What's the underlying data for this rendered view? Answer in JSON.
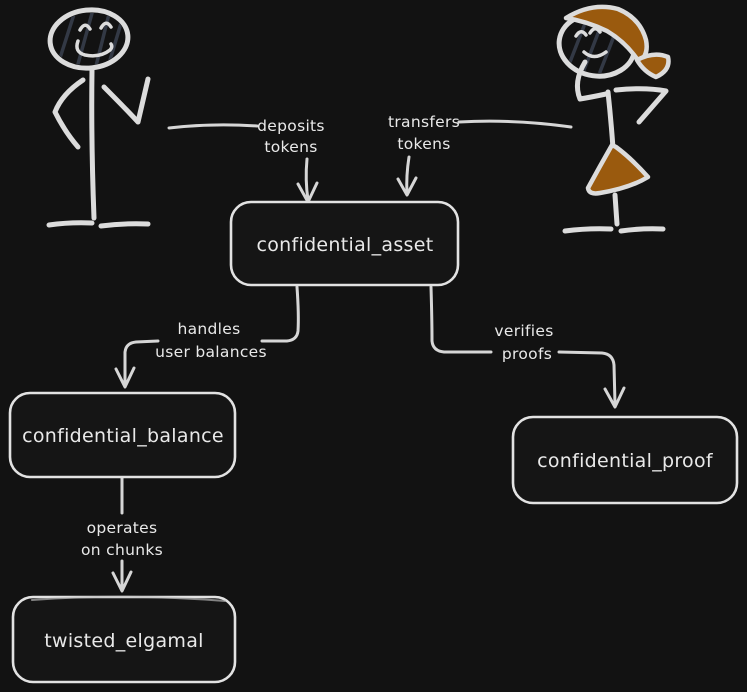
{
  "diagram": {
    "colors": {
      "background": "#121212",
      "stroke": "#e2e2e2",
      "text": "#e9e9e9",
      "accent_orange": "#9a5a0e",
      "face_hatch": "#333945"
    },
    "actors": [
      {
        "icon": "man-stick-figure-icon"
      },
      {
        "icon": "woman-stick-figure-icon"
      }
    ],
    "nodes": [
      {
        "id": "confidential_asset",
        "label": "confidential_asset"
      },
      {
        "id": "confidential_balance",
        "label": "confidential_balance"
      },
      {
        "id": "confidential_proof",
        "label": "confidential_proof"
      },
      {
        "id": "twisted_elgamal",
        "label": "twisted_elgamal"
      }
    ],
    "edges": [
      {
        "from": "man",
        "to": "confidential_asset",
        "label_line1": "deposits",
        "label_line2": "tokens"
      },
      {
        "from": "woman",
        "to": "confidential_asset",
        "label_line1": "transfers",
        "label_line2": "tokens"
      },
      {
        "from": "confidential_asset",
        "to": "confidential_balance",
        "label_line1": "handles",
        "label_line2": "user balances"
      },
      {
        "from": "confidential_asset",
        "to": "confidential_proof",
        "label_line1": "verifies",
        "label_line2": "proofs"
      },
      {
        "from": "confidential_balance",
        "to": "twisted_elgamal",
        "label_line1": "operates",
        "label_line2": "on chunks"
      }
    ]
  }
}
